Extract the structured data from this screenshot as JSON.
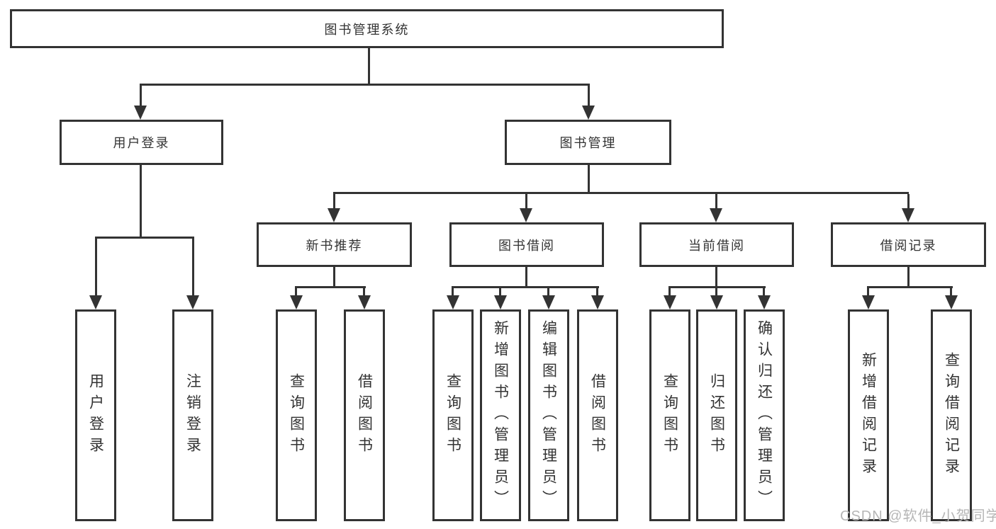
{
  "page": {
    "background_color": "#ffffff",
    "line_color": "#333333",
    "watermark_color": "#b6b6b6"
  },
  "tree": {
    "root": "图书管理系统",
    "level2": [
      "用户登录",
      "图书管理"
    ],
    "level3": [
      "新书推荐",
      "图书借阅",
      "当前借阅",
      "借阅记录"
    ],
    "leaves": [
      "用户登录",
      "注销登录",
      "查询图书",
      "借阅图书",
      "查询图书",
      "新增图书（管理员）",
      "编辑图书（管理员）",
      "借阅图书",
      "查询图书",
      "归还图书",
      "确认归还（管理员）",
      "新增借阅记录",
      "查询借阅记录"
    ]
  },
  "watermark": "CSDN @软件_小贺同学"
}
